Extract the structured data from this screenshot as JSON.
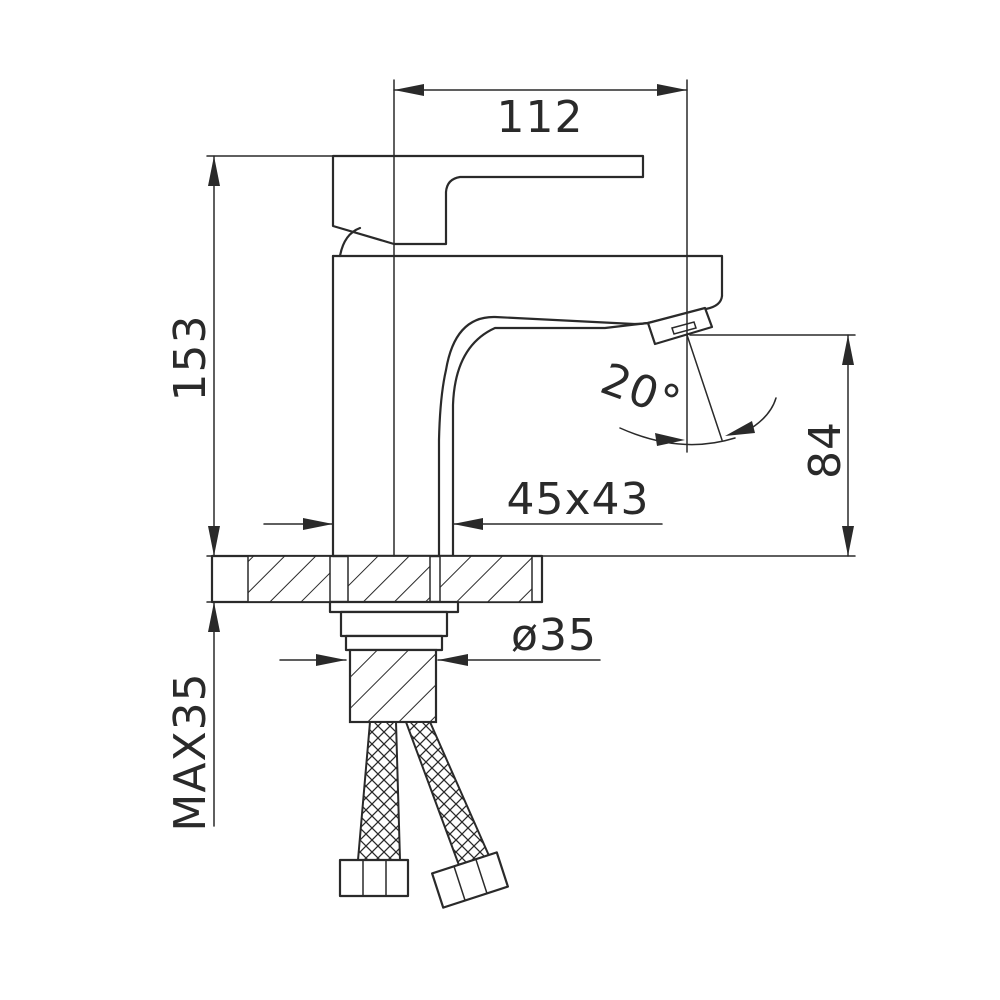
{
  "dimensions": {
    "width_top": "112",
    "height_total": "153",
    "spout_height": "84",
    "angle": "20°",
    "base_size": "45x43",
    "hole_diameter": "ø35",
    "max_thickness": "MAX35"
  },
  "colors": {
    "line": "#2a2a2a",
    "background": "#ffffff"
  }
}
